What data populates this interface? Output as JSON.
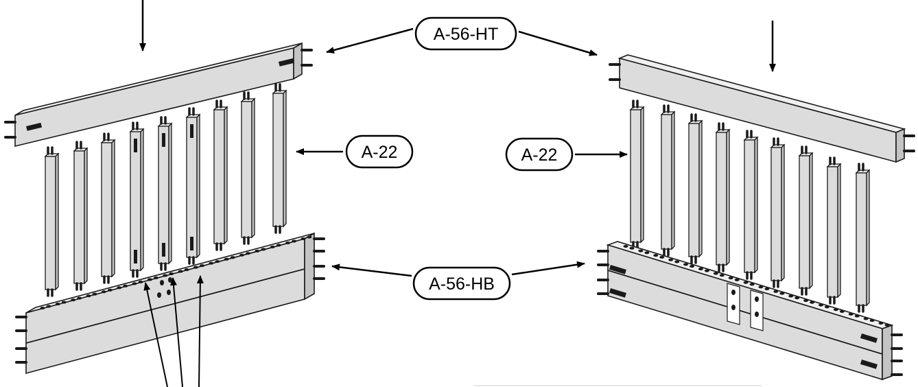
{
  "labels": {
    "top_rail": "A-56-HT",
    "picket_left": "A-22",
    "picket_right": "A-22",
    "bottom_rail": "A-56-HB"
  },
  "colors": {
    "part_fill": "#dcdcdc",
    "part_top": "#efefef",
    "part_side": "#c4c4c4",
    "outline": "#1a1a1a",
    "pin": "#1a1a1a"
  }
}
